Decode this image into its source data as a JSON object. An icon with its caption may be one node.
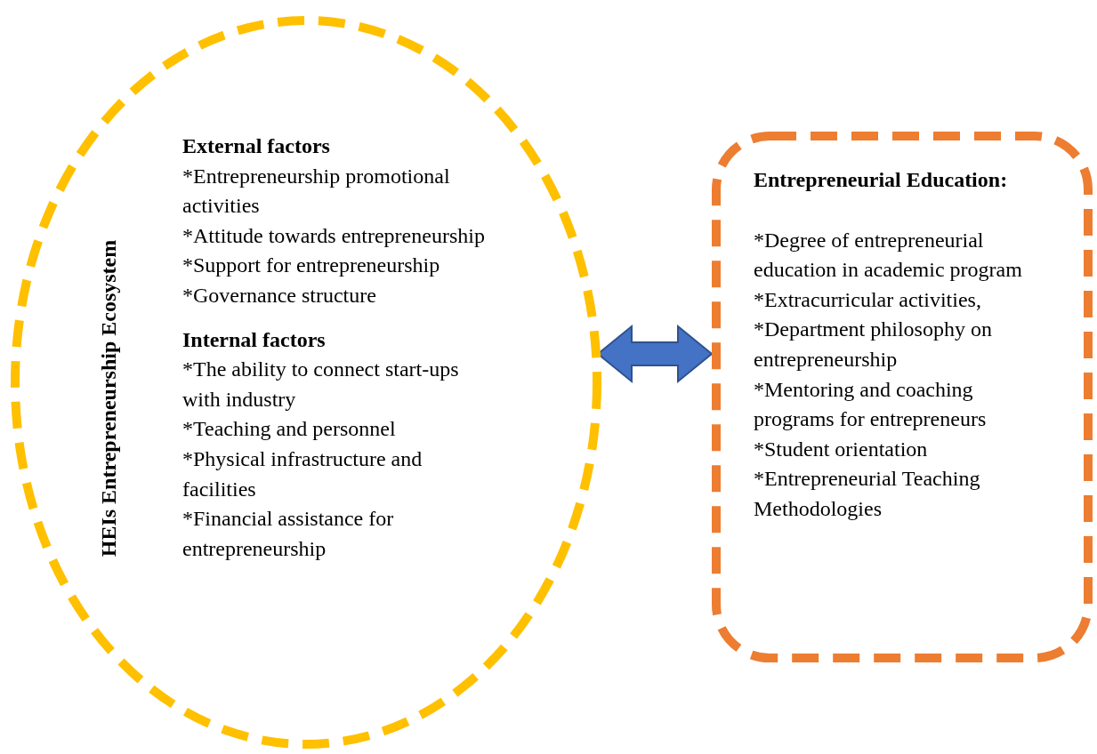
{
  "diagram": {
    "nodes": [
      {
        "text": [
          "HEIs Entrepreneurship Ecosystem",
          "External factors",
          "*Entrepreneurship promotional activities",
          "*Attitude towards entrepreneurship",
          "*Support for entrepreneurship",
          "*Governance structure",
          "Internal factors",
          "*The ability to connect start-ups with industry",
          "*Teaching and personnel",
          "*Physical infrastructure and facilities",
          "*Financial assistance for entrepreneurship"
        ]
      },
      {
        "text": [
          "Entrepreneurial Education:",
          "*Degree of entrepreneurial education in academic program",
          "*Extracurricular activities,",
          "*Department philosophy on entrepreneurship",
          "*Mentoring and coaching programs for entrepreneurs",
          "*Student orientation",
          "*Entrepreneurial Teaching Methodologies"
        ]
      }
    ],
    "edges": [
      {
        "from": 0,
        "to": 1,
        "arrow": "both",
        "color": "#4472c4"
      }
    ]
  }
}
